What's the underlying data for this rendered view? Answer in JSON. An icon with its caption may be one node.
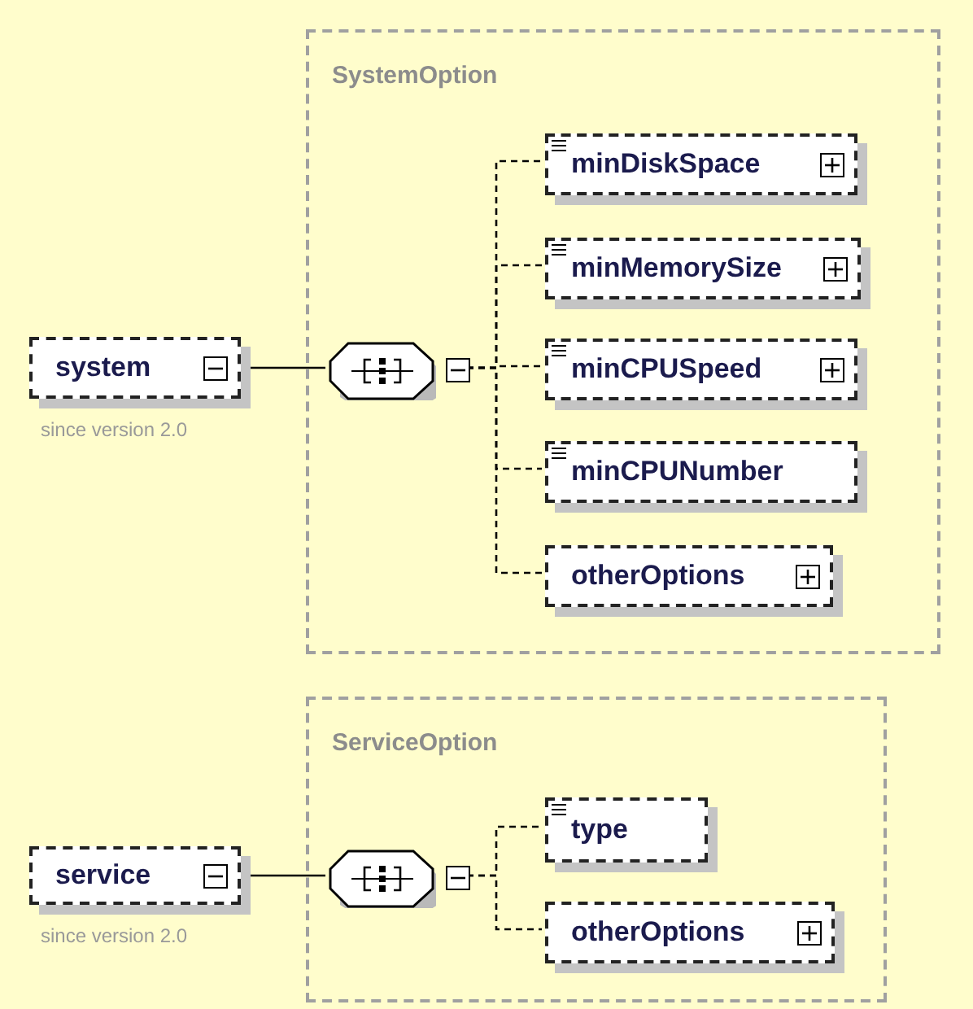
{
  "diagram": {
    "nodes": [
      {
        "text": [
          "SystemOption"
        ]
      },
      {
        "text": [
          "system"
        ],
        "beside": [
          "since version 2.0"
        ]
      },
      {
        "text": [],
        "shape": "octagon",
        "in": 0
      },
      {
        "text": [
          "minDiskSpace"
        ],
        "in": 0
      },
      {
        "text": [
          "minMemorySize"
        ],
        "in": 0
      },
      {
        "text": [
          "minCPUSpeed"
        ],
        "in": 0
      },
      {
        "text": [
          "minCPUNumber"
        ],
        "in": 0
      },
      {
        "text": [
          "otherOptions"
        ],
        "in": 0
      },
      {
        "text": [
          "ServiceOption"
        ]
      },
      {
        "text": [
          "service"
        ],
        "beside": [
          "since version 2.0"
        ]
      },
      {
        "text": [],
        "shape": "octagon",
        "in": 8
      },
      {
        "text": [
          "type"
        ],
        "in": 8
      },
      {
        "text": [
          "otherOptions"
        ],
        "in": 8
      }
    ],
    "edges": [
      {
        "from": 1,
        "to": 2,
        "arrow": "none"
      },
      {
        "from": 2,
        "to": 3,
        "arrow": "none",
        "style": "dashed"
      },
      {
        "from": 2,
        "to": 4,
        "arrow": "none",
        "style": "dashed"
      },
      {
        "from": 2,
        "to": 5,
        "arrow": "none",
        "style": "dashed"
      },
      {
        "from": 2,
        "to": 6,
        "arrow": "none",
        "style": "dashed"
      },
      {
        "from": 2,
        "to": 7,
        "arrow": "none",
        "style": "dashed"
      },
      {
        "from": 9,
        "to": 10,
        "arrow": "none"
      },
      {
        "from": 10,
        "to": 11,
        "arrow": "none",
        "style": "dashed"
      },
      {
        "from": 10,
        "to": 12,
        "arrow": "none",
        "style": "dashed"
      }
    ]
  }
}
